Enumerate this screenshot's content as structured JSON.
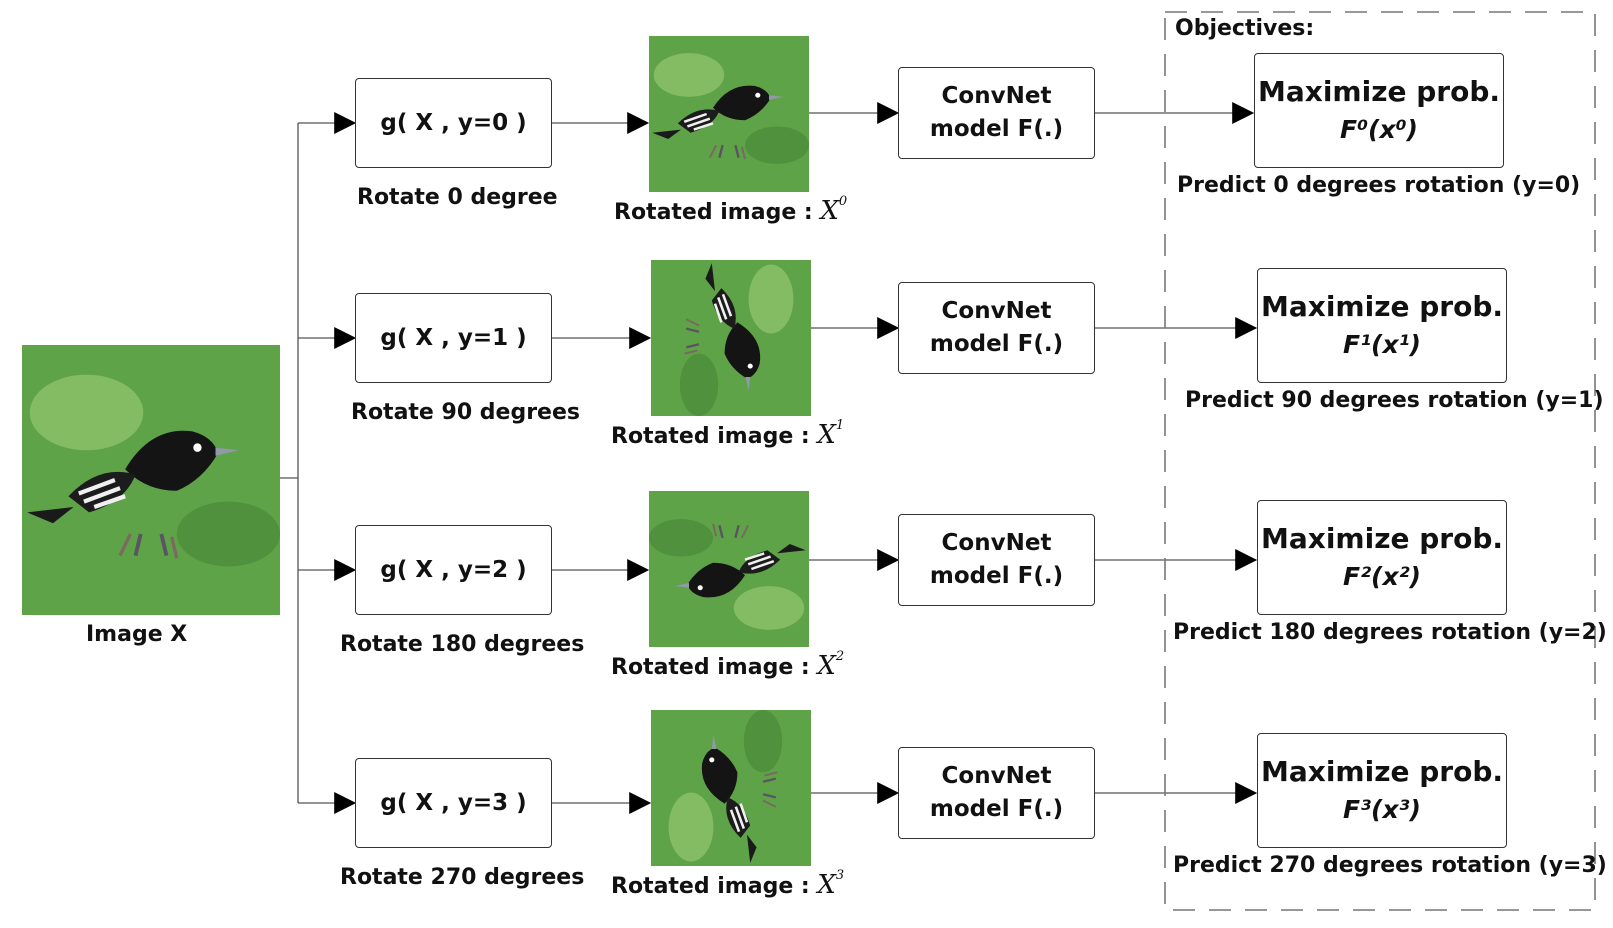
{
  "input": {
    "label": "Image X"
  },
  "objectives_title": "Objectives:",
  "rows": [
    {
      "g": "g( X , y=0 )",
      "rotate": "Rotate 0 degree",
      "rotated_prefix": "Rotated image :",
      "x_sym": "X",
      "x_sup": "0",
      "convnet_line1": "ConvNet",
      "convnet_line2": "model F(.)",
      "obj_title": "Maximize prob.",
      "obj_formula": "F⁰(x⁰)",
      "predict": "Predict 0 degrees rotation (y=0)",
      "angle": 0
    },
    {
      "g": "g( X , y=1 )",
      "rotate": "Rotate 90 degrees",
      "rotated_prefix": "Rotated image :",
      "x_sym": "X",
      "x_sup": "1",
      "convnet_line1": "ConvNet",
      "convnet_line2": "model F(.)",
      "obj_title": "Maximize prob.",
      "obj_formula": "F¹(x¹)",
      "predict": "Predict 90 degrees rotation (y=1)",
      "angle": 90
    },
    {
      "g": "g( X , y=2 )",
      "rotate": "Rotate 180 degrees",
      "rotated_prefix": "Rotated image :",
      "x_sym": "X",
      "x_sup": "2",
      "convnet_line1": "ConvNet",
      "convnet_line2": "model F(.)",
      "obj_title": "Maximize prob.",
      "obj_formula": "F²(x²)",
      "predict": "Predict 180 degrees rotation (y=2)",
      "angle": 180
    },
    {
      "g": "g( X , y=3 )",
      "rotate": "Rotate 270 degrees",
      "rotated_prefix": "Rotated image :",
      "x_sym": "X",
      "x_sup": "3",
      "convnet_line1": "ConvNet",
      "convnet_line2": "model F(.)",
      "obj_title": "Maximize prob.",
      "obj_formula": "F³(x³)",
      "predict": "Predict 270 degrees rotation (y=3)",
      "angle": 270
    }
  ]
}
